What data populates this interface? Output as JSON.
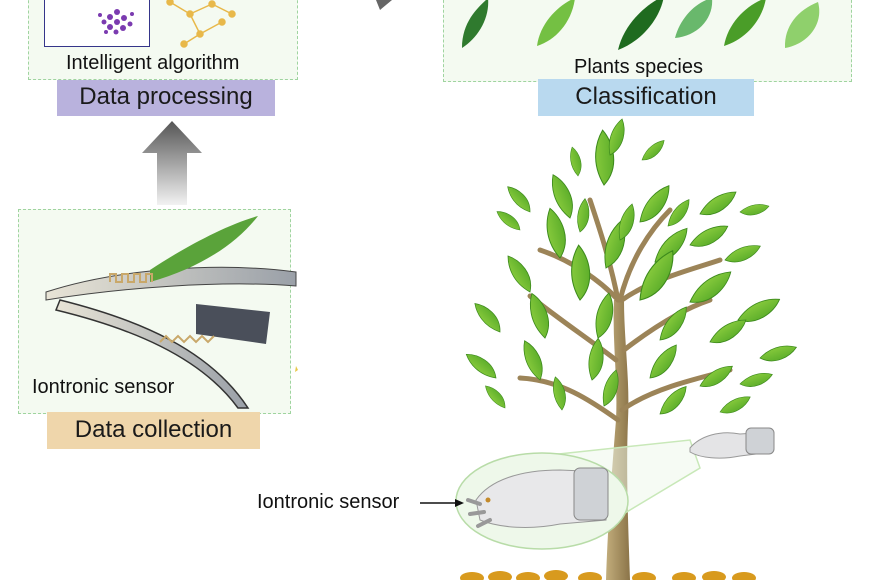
{
  "panels": {
    "processing": {
      "caption": "Intelligent algorithm",
      "label": "Data processing"
    },
    "classification": {
      "caption": "Plants species",
      "label": "Classification"
    },
    "collection": {
      "caption": "Iontronic sensor",
      "label": "Data collection"
    }
  },
  "callout": {
    "label": "Iontronic sensor"
  },
  "colors": {
    "processing_label_bg": "#b9b2dd",
    "classification_label_bg": "#b9d9ef",
    "collection_label_bg": "#efd6ab",
    "panel_border": "#9fd49f",
    "leaf_green": "#5ab52a",
    "trunk_brown": "#a08a5c"
  }
}
